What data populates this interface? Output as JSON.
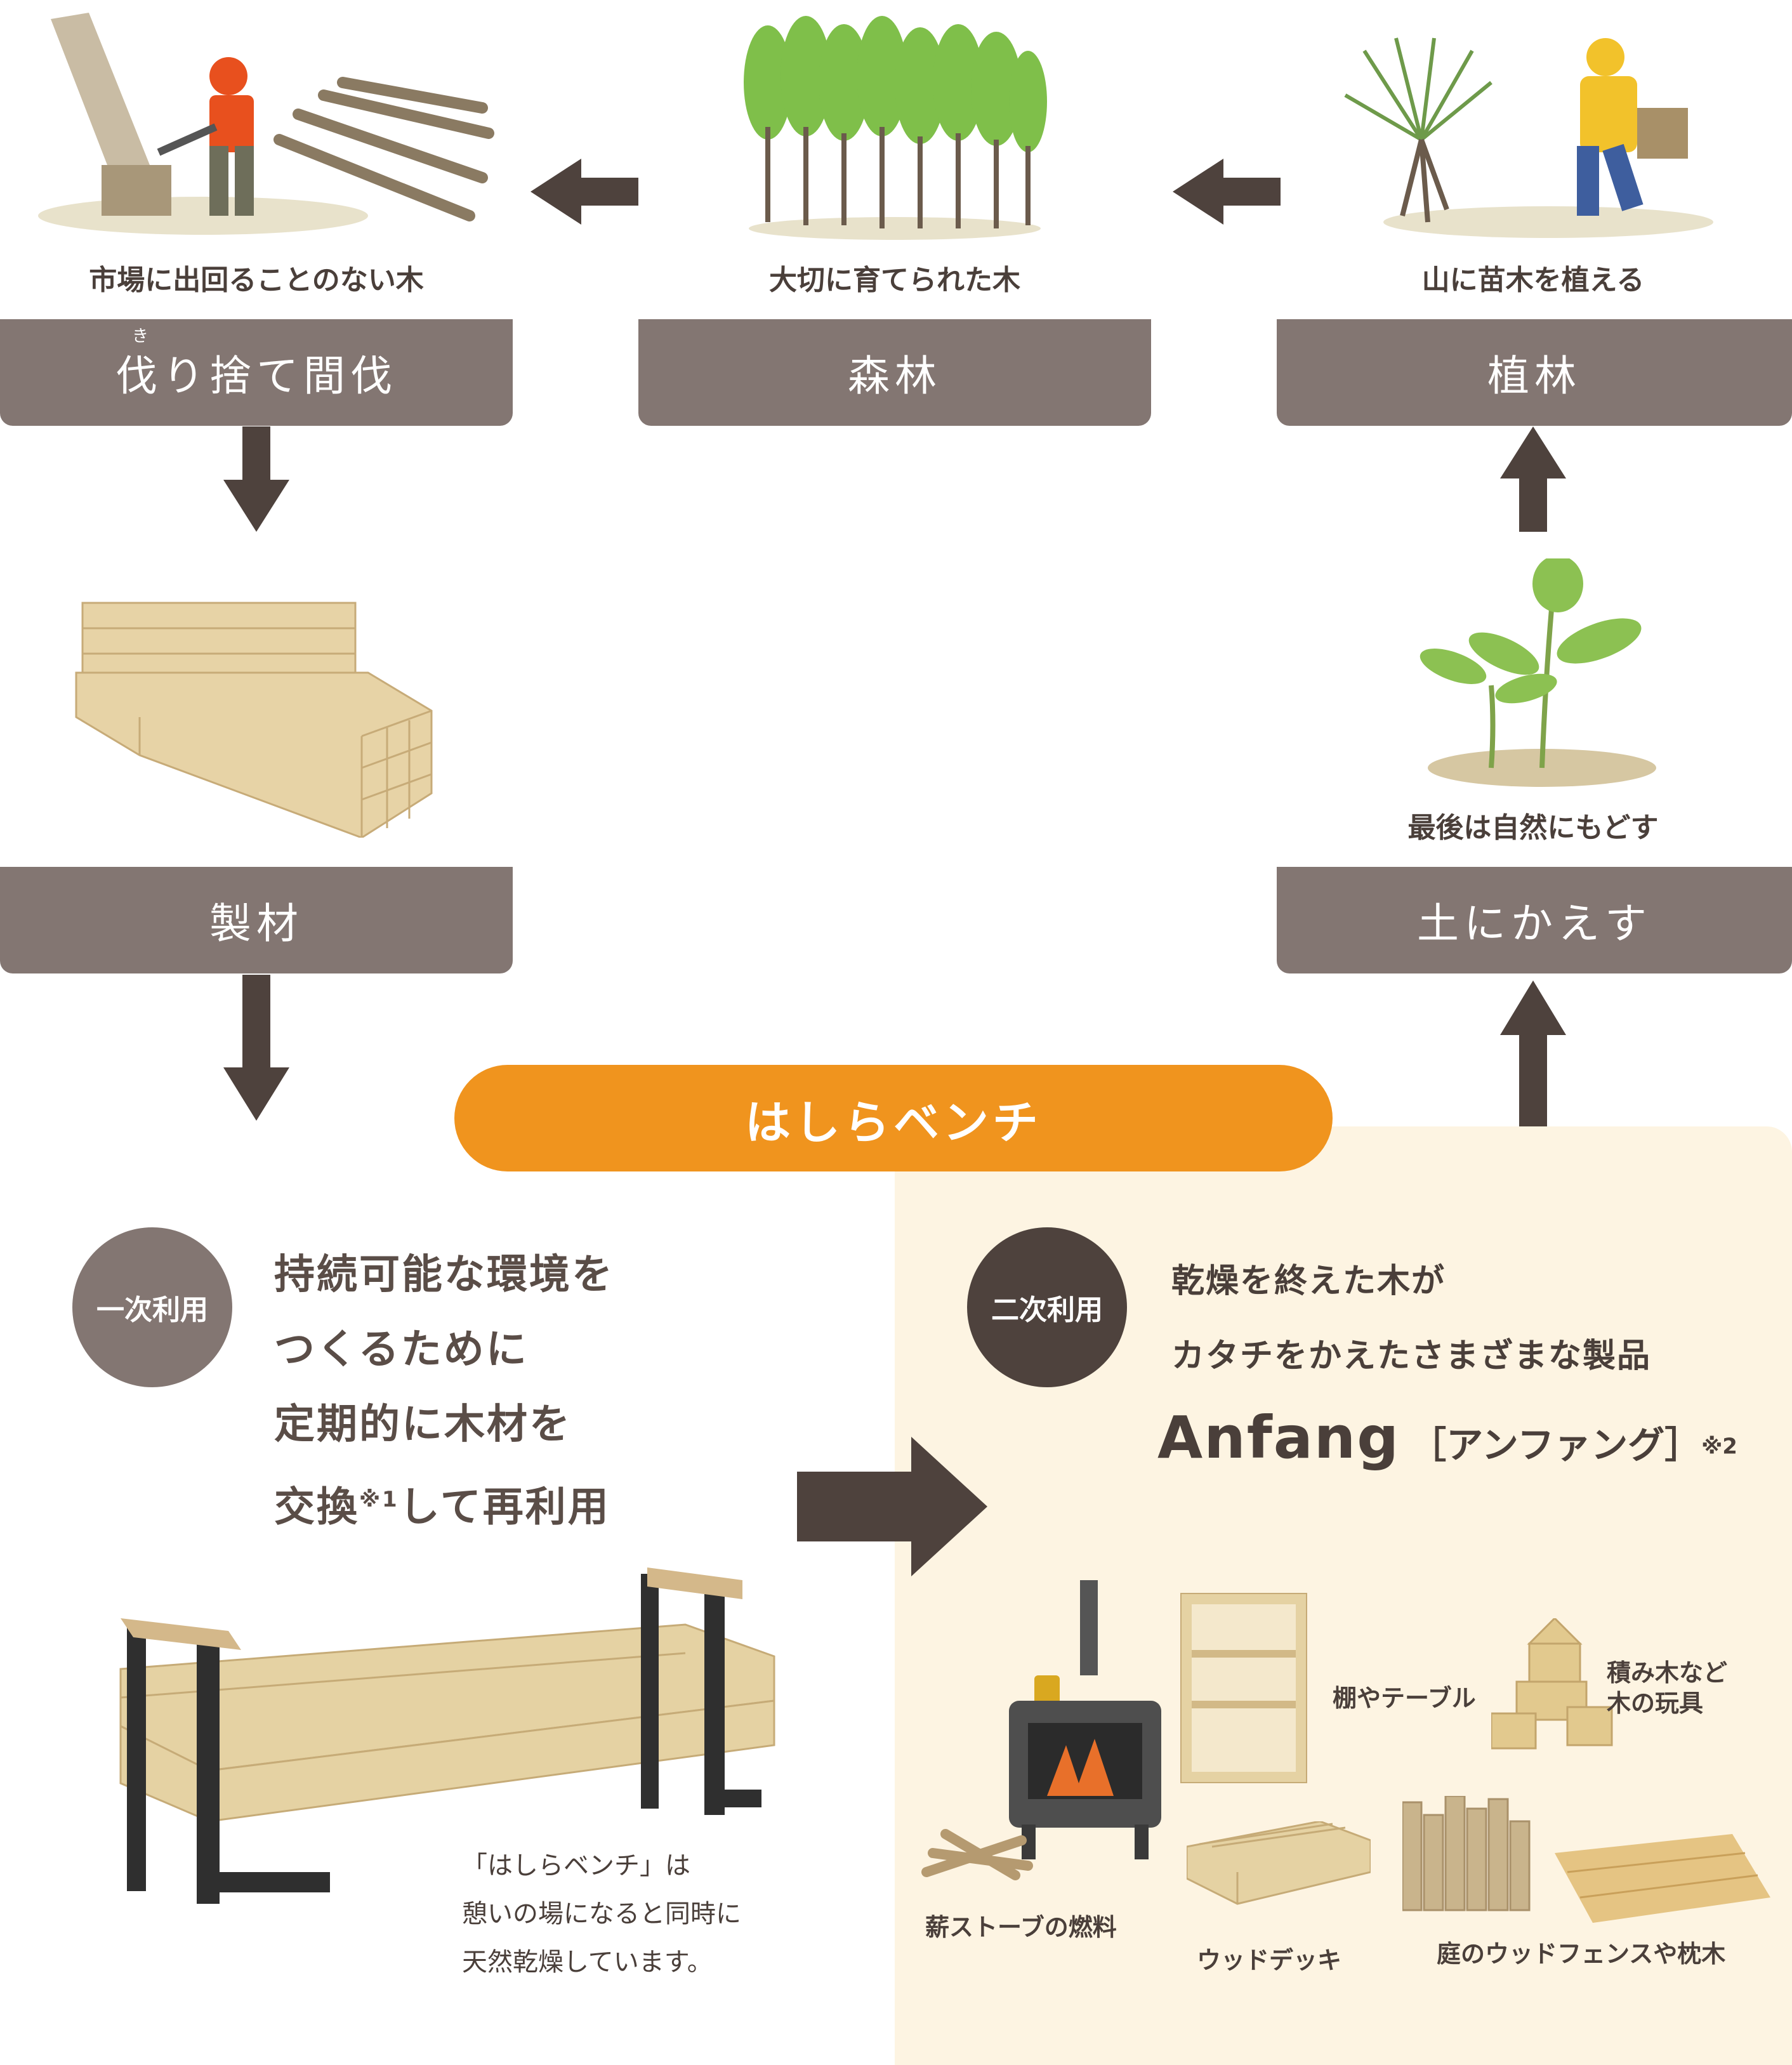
{
  "top_row": {
    "cutting": {
      "caption": "市場に出回ることのない木",
      "box_label": "伐り捨て間伐",
      "ruby": "き"
    },
    "forest": {
      "caption": "大切に育てられた木",
      "box_label": "森林"
    },
    "planting": {
      "caption": "山に苗木を植える",
      "box_label": "植林"
    }
  },
  "lumber": {
    "box_label": "製材"
  },
  "return_soil": {
    "caption": "最後は自然にもどす",
    "box_label": "土にかえす"
  },
  "bench_banner": "はしらベンチ",
  "primary": {
    "badge": "一次利用",
    "lines": [
      "持続可能な環境を",
      "つくるために",
      "定期的に木材を"
    ],
    "last_line_a": "交換",
    "last_line_note": "※1",
    "last_line_b": "して再利用",
    "note_lines": [
      "「はしらベンチ」は",
      "憩いの場になると同時に",
      "天然乾燥しています。"
    ]
  },
  "secondary": {
    "badge": "二次利用",
    "lines": [
      "乾燥を終えた木が",
      "カタチをかえたさまざまな製品"
    ],
    "brand": "Anfang",
    "brand_kana": "［アンファング］",
    "brand_note": "※2",
    "products": {
      "shelf": "棚やテーブル",
      "blocks_line1": "積み木など",
      "blocks_line2": "木の玩具",
      "firewood": "薪ストーブの燃料",
      "deck": "ウッドデッキ",
      "fence": "庭のウッドフェンスや枕木"
    }
  },
  "colors": {
    "box": "#837672",
    "arrow": "#4e423d",
    "orange": "#f0941e",
    "cream": "#fdf4e2",
    "badge": "#837672",
    "badge_dark": "#4e423d"
  }
}
